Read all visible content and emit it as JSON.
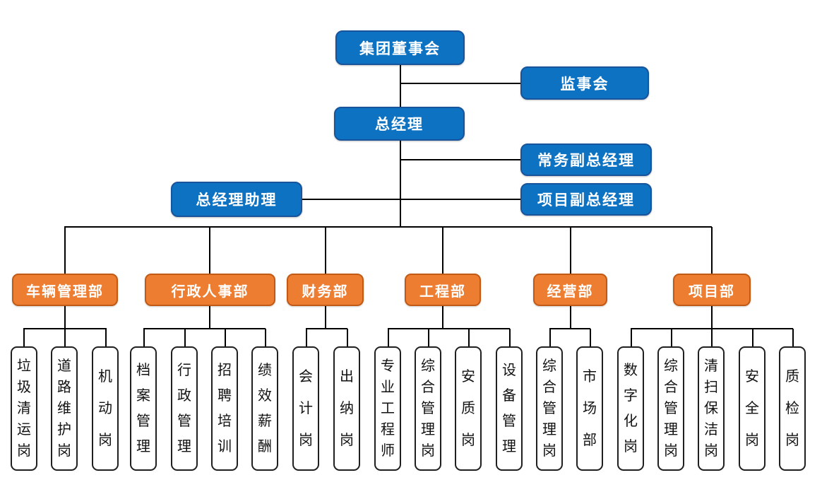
{
  "executive": {
    "board": "集团董事会",
    "supervisory_board": "监事会",
    "general_manager": "总经理",
    "executive_deputy_gm": "常务副总经理",
    "gm_assistant": "总经理助理",
    "project_deputy_gm": "项目副总经理"
  },
  "departments": [
    {
      "label": "车辆管理部",
      "positions": [
        "垃圾清运岗",
        "道路维护岗",
        "机动岗"
      ]
    },
    {
      "label": "行政人事部",
      "positions": [
        "档案管理",
        "行政管理",
        "招聘培训",
        "绩效薪酬"
      ]
    },
    {
      "label": "财务部",
      "positions": [
        "会计岗",
        "出纳岗"
      ]
    },
    {
      "label": "工程部",
      "positions": [
        "专业工程师",
        "综合管理岗",
        "安质岗",
        "设备管理"
      ]
    },
    {
      "label": "经营部",
      "positions": [
        "综合管理岗",
        "市场部"
      ]
    },
    {
      "label": "项目部",
      "positions": [
        "数字化岗",
        "综合管理岗",
        "清扫保洁岗",
        "安全岗",
        "质检岗"
      ]
    }
  ],
  "colors": {
    "executive_fill": "#0D72C2",
    "executive_border": "#17549B",
    "department_fill": "#ED7D31",
    "department_border": "#C05A15",
    "position_border": "#1F1F1F",
    "connector": "#000000",
    "background": "#FFFFFF"
  }
}
